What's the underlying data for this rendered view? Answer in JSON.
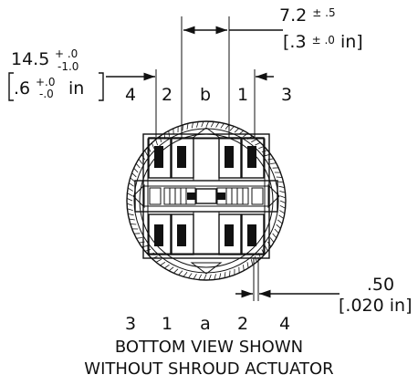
{
  "dimensions": {
    "left": {
      "base": "14.5",
      "tol_plus": "+ .0",
      "tol_minus": "-1.0",
      "in_base": ".6",
      "in_tol_plus": "+.0",
      "in_tol_minus": "-.0",
      "in_unit": "in"
    },
    "top_right": {
      "value": "7.2",
      "tol": "± .5",
      "in_open": "[.3",
      "in_tol": "± .0",
      "in_close": "in]"
    },
    "bottom_right": {
      "value": ".50",
      "inch": "[.020 in]"
    }
  },
  "pins_top": [
    "4",
    "2",
    "b",
    "1",
    "3"
  ],
  "pins_bottom": [
    "3",
    "1",
    "a",
    "2",
    "4"
  ],
  "caption": {
    "line1": "BOTTOM VIEW SHOWN",
    "line2": "WITHOUT SHROUD ACTUATOR"
  }
}
